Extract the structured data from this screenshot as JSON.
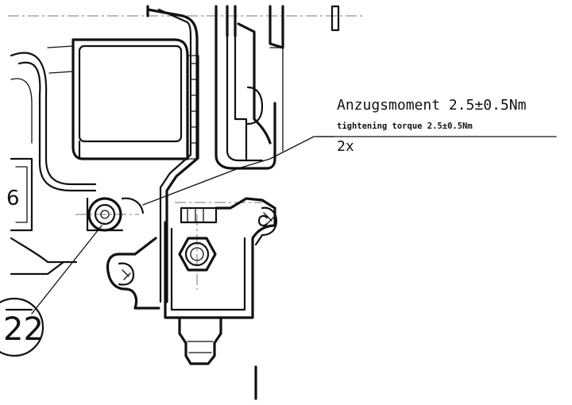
{
  "annotation": {
    "torque_de": "Anzugsmoment 2.5±0.5Nm",
    "torque_en": "tightening torque 2.5±0.5Nm",
    "quantity": "2x"
  },
  "item_balloon": {
    "number": "22"
  },
  "part_mark": {
    "text": "6"
  }
}
